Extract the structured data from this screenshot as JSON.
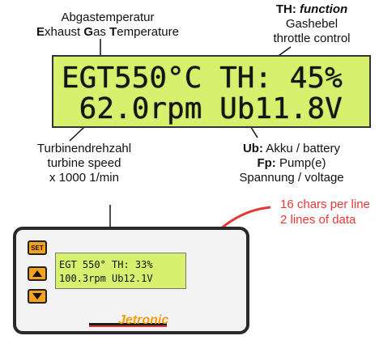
{
  "top_labels": {
    "egt_label_de": "Abgastemperatur",
    "egt_label_en_e": "E",
    "egt_label_en_1": "xhaust ",
    "egt_label_en_g": "G",
    "egt_label_en_2": "as ",
    "egt_label_en_t": "T",
    "egt_label_en_3": "emperature",
    "th_prefix": "TH: ",
    "th_function": "function",
    "th_label_de": "Gashebel",
    "th_label_en": "throttle control"
  },
  "big_display": {
    "line1": "EGT550°C TH: 45%",
    "line2": " 62.0rpm Ub11.8V"
  },
  "bottom_labels": {
    "rpm_line1": "Turbinendrehzahl",
    "rpm_line2": "turbine speed",
    "rpm_line3": "x 1000  1/min",
    "ub_prefix": "Ub:",
    "ub_text": " Akku / battery",
    "fp_prefix": "Fp:",
    "fp_text": " Pump(e)",
    "voltage_text": "Spannung / voltage"
  },
  "note": {
    "line1": "16 chars per line",
    "line2": "2 lines of data"
  },
  "device": {
    "set_label": "SET",
    "small_line1": "EGT 550° TH: 33%",
    "small_line2": "100.3rpm Ub12.1V",
    "logo_text": "Jetronic"
  },
  "colors": {
    "lcd_bg": "#d7f06e",
    "button": "#f4a11b",
    "note_red": "#e53935"
  }
}
